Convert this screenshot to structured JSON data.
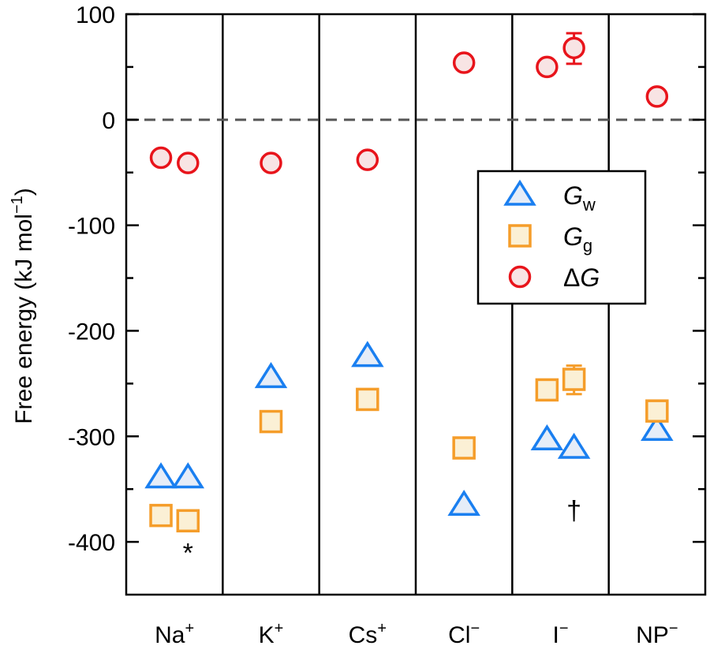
{
  "chart_data": {
    "type": "scatter",
    "ylabel": "Free energy (kJ mol",
    "ylabel_sup": "−1",
    "ylabel_close": ")",
    "ylim": [
      -450,
      100
    ],
    "yticks": [
      100,
      0,
      -100,
      -200,
      -300,
      -400
    ],
    "ytick_labels": [
      "100",
      "0",
      "-100",
      "-200",
      "-300",
      "-400"
    ],
    "minor_ticks": [
      50,
      -50,
      -150,
      -250,
      -350
    ],
    "zero_line": true,
    "grid": false,
    "categories": [
      {
        "base": "Na",
        "sup": "+"
      },
      {
        "base": "K",
        "sup": "+"
      },
      {
        "base": "Cs",
        "sup": "+"
      },
      {
        "base": "Cl",
        "sup": "−"
      },
      {
        "base": "I",
        "sup": "−"
      },
      {
        "base": "NP",
        "sup": "−"
      }
    ],
    "legend": {
      "position": "right-center",
      "entries": [
        {
          "key": "Gw",
          "base": "G",
          "sub": "w",
          "marker": "triangle"
        },
        {
          "key": "Gg",
          "base": "G",
          "sub": "g",
          "marker": "square"
        },
        {
          "key": "dG",
          "prefix": "Δ",
          "base": "G",
          "marker": "circle"
        }
      ]
    },
    "colors": {
      "Gw_stroke": "#1a7ff0",
      "Gw_fill": "#e6edf8",
      "Gg_stroke": "#f59d2a",
      "Gg_fill": "#fbf0d5",
      "dG_stroke": "#e8141b",
      "dG_fill": "#f8e4e4",
      "zero_line": "#555555"
    },
    "points": [
      {
        "category": 0,
        "offset": -0.35,
        "Gw": -339,
        "Gg": -375,
        "dG": -36
      },
      {
        "category": 0,
        "offset": 0.35,
        "Gw": -339,
        "Gg": -380,
        "dG": -41
      },
      {
        "category": 1,
        "offset": 0,
        "Gw": -244,
        "Gg": -286,
        "dG": -41
      },
      {
        "category": 2,
        "offset": 0,
        "Gw": -224,
        "Gg": -265,
        "dG": -38
      },
      {
        "category": 3,
        "offset": 0,
        "Gw": -365,
        "Gg": -311,
        "dG": 54
      },
      {
        "category": 4,
        "offset": -0.35,
        "Gw": -303,
        "Gg": -256,
        "dG": 50
      },
      {
        "category": 4,
        "offset": 0.35,
        "Gw": -311,
        "Gg": -246,
        "dG": 68,
        "Gg_err": [
          -260,
          -233
        ],
        "dG_err": [
          53,
          82
        ]
      },
      {
        "category": 5,
        "offset": 0,
        "Gw": -294,
        "Gg": -276,
        "dG": 22
      }
    ],
    "annotations": [
      {
        "text": "*",
        "category": 0,
        "offset": 0.35,
        "y": -410
      },
      {
        "text": "†",
        "category": 4,
        "offset": 0.35,
        "y": -370
      }
    ]
  }
}
